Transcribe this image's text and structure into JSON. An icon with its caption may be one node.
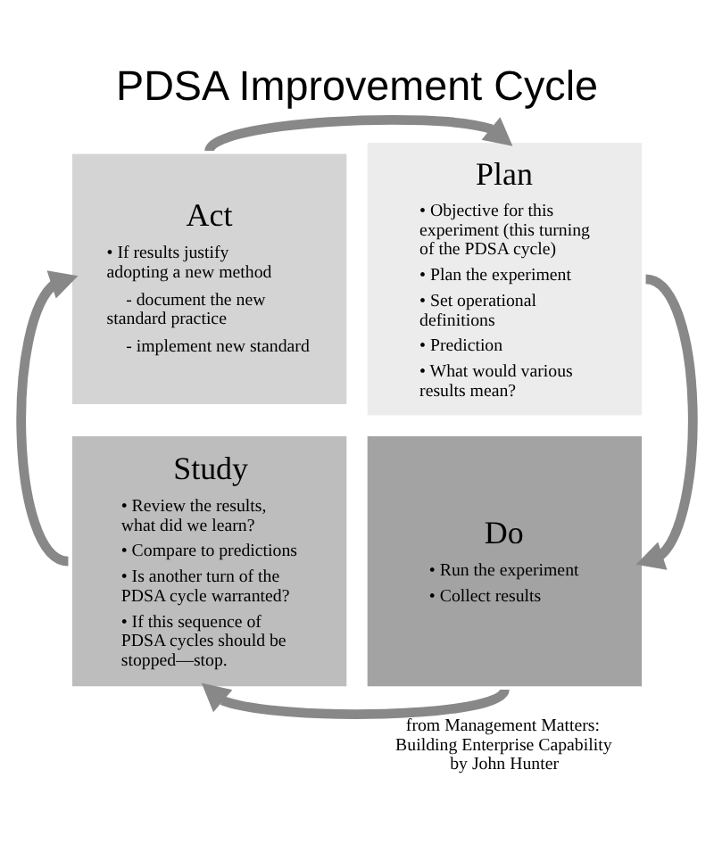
{
  "diagram": {
    "title": "PDSA Improvement Cycle",
    "nodes": [
      {
        "text": [
          "Act",
          "• If results justify adopting a new method",
          "- document the new standard practice",
          "- implement new standard"
        ]
      },
      {
        "text": [
          "Plan",
          "• Objective for this experiment (this turning of the PDSA cycle)",
          "• Plan the experiment",
          "• Set operational definitions",
          "• Prediction",
          "• What would various results mean?"
        ]
      },
      {
        "text": [
          "Study",
          "• Review the results, what did we learn?",
          "• Compare to predictions",
          "• Is another turn of the PDSA cycle warranted?",
          "• If this sequence of PDSA cycles should be stopped—stop."
        ]
      },
      {
        "text": [
          "Do",
          "• Run the experiment",
          "• Collect results"
        ]
      }
    ],
    "edges": [
      {
        "from": 0,
        "to": 1,
        "arrow": "to"
      },
      {
        "from": 1,
        "to": 3,
        "arrow": "to"
      },
      {
        "from": 3,
        "to": 2,
        "arrow": "to"
      },
      {
        "from": 2,
        "to": 0,
        "arrow": "to"
      }
    ],
    "labels": [
      "from Management Matters: Building Enterprise Capability by John Hunter"
    ]
  }
}
